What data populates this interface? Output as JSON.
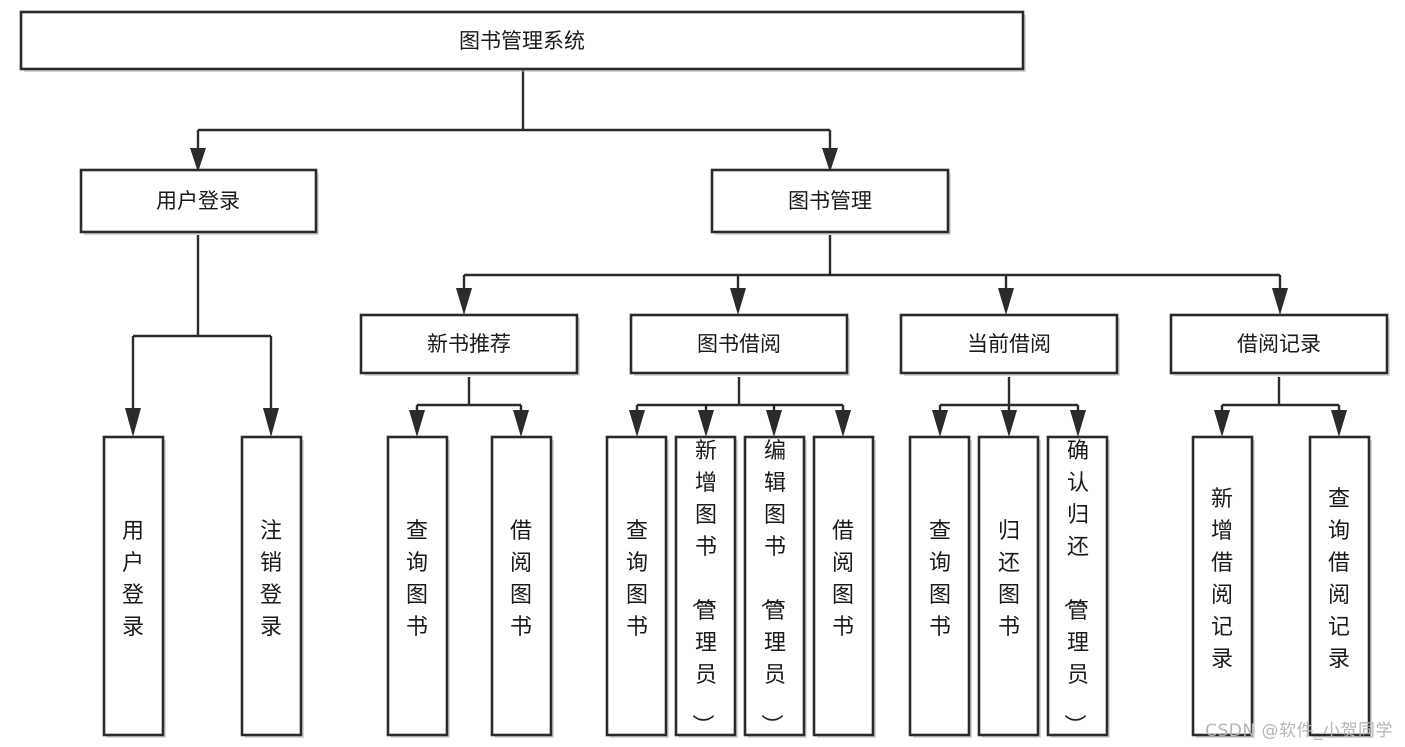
{
  "diagram": {
    "title": "图书管理系统",
    "type": "tree-hierarchy",
    "watermark": "CSDN @软件_小贺同学",
    "colors": {
      "box_stroke": "#2b2b2b",
      "box_fill": "#ffffff",
      "connector": "#2b2b2b",
      "text": "#1a1a1a",
      "watermark": "#b6b6b6",
      "background": "#ffffff"
    },
    "root": {
      "label": "图书管理系统"
    },
    "level2": [
      {
        "label": "用户登录"
      },
      {
        "label": "图书管理"
      }
    ],
    "level3": [
      {
        "label": "新书推荐"
      },
      {
        "label": "图书借阅"
      },
      {
        "label": "当前借阅"
      },
      {
        "label": "借阅记录"
      }
    ],
    "leaves": {
      "user_login": [
        {
          "label": "用户登录"
        },
        {
          "label": "注销登录"
        }
      ],
      "new_book_recommend": [
        {
          "label": "查询图书"
        },
        {
          "label": "借阅图书"
        }
      ],
      "book_borrow": [
        {
          "label": "查询图书"
        },
        {
          "label": "新增图书（管理员）"
        },
        {
          "label": "编辑图书（管理员）"
        },
        {
          "label": "借阅图书"
        }
      ],
      "current_borrow": [
        {
          "label": "查询图书"
        },
        {
          "label": "归还图书"
        },
        {
          "label": "确认归还（管理员）"
        }
      ],
      "borrow_record": [
        {
          "label": "新增借阅记录"
        },
        {
          "label": "查询借阅记录"
        }
      ]
    }
  }
}
